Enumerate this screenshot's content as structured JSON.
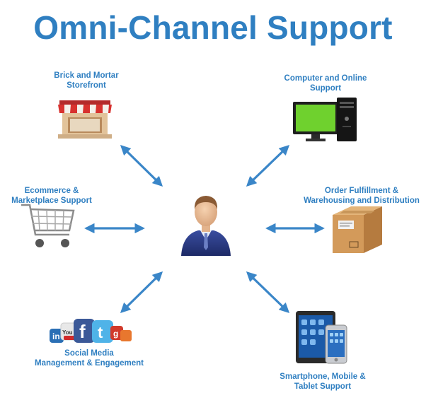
{
  "title": "Omni-Channel Support",
  "nodes": {
    "brick": {
      "line1": "Brick and Mortar",
      "line2": "Storefront"
    },
    "computer": {
      "line1": "Computer and Online",
      "line2": "Support"
    },
    "ecommerce": {
      "line1": "Ecommerce &",
      "line2": "Marketplace Support"
    },
    "order": {
      "line1": "Order Fulfillment &",
      "line2": "Warehousing and Distribution"
    },
    "social": {
      "line1": "Social Media",
      "line2": "Management & Engagement"
    },
    "mobile": {
      "line1": "Smartphone, Mobile &",
      "line2": "Tablet Support"
    }
  },
  "icons": {
    "center": "person-icon",
    "brick": "storefront-icon",
    "computer": "computer-icon",
    "ecommerce": "shopping-cart-icon",
    "order": "cardboard-box-icon",
    "social": "social-media-icon",
    "mobile": "tablet-phone-icon"
  },
  "colors": {
    "accent": "#2f7fc1",
    "arrow": "#3a86c8"
  }
}
